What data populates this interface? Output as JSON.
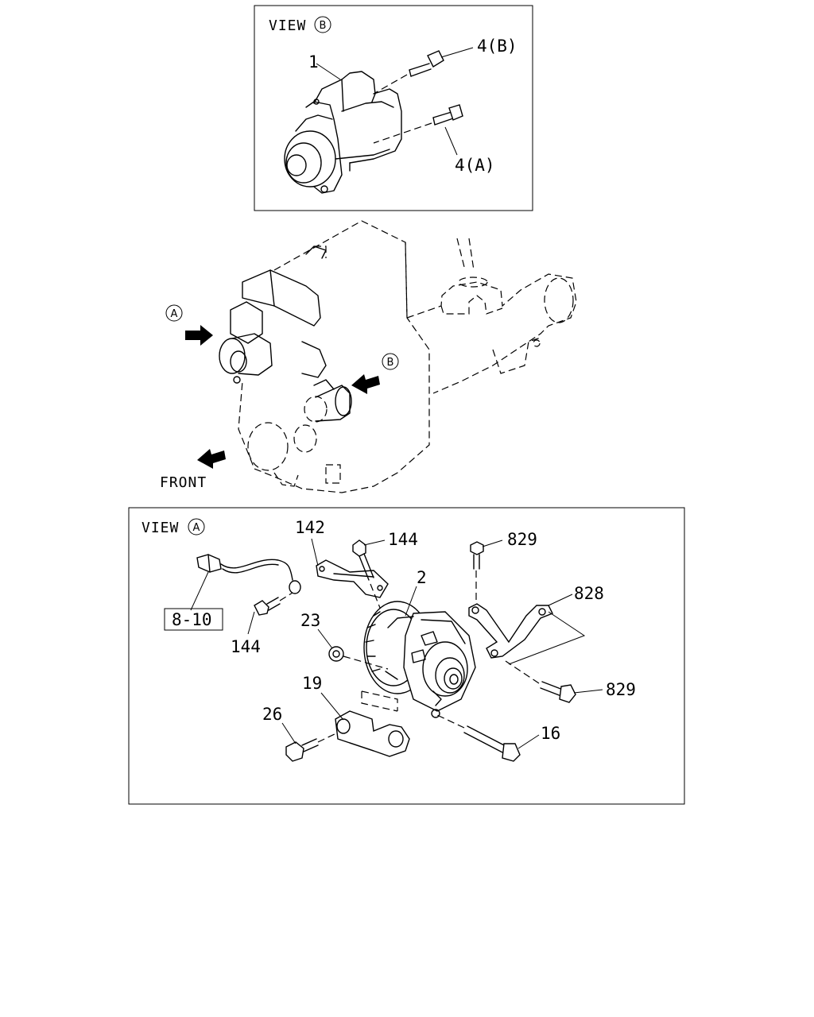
{
  "view_b": {
    "title_prefix": "VIEW",
    "title_marker": "B",
    "callouts": {
      "starter": "1",
      "bolt_b": "4(B)",
      "bolt_a": "4(A)"
    }
  },
  "engine": {
    "marker_a": "A",
    "marker_b": "B",
    "front_label": "FRONT"
  },
  "view_a": {
    "title_prefix": "VIEW",
    "title_marker": "A",
    "callouts": {
      "harness_bracket": "142",
      "bolt_top": "144",
      "bolt_left": "144",
      "alternator": "2",
      "bolt_829_top": "829",
      "bracket_828": "828",
      "bolt_829_right": "829",
      "nut_23": "23",
      "bracket_19": "19",
      "bolt_26": "26",
      "bolt_16": "16"
    },
    "ref_box": "8-10"
  }
}
